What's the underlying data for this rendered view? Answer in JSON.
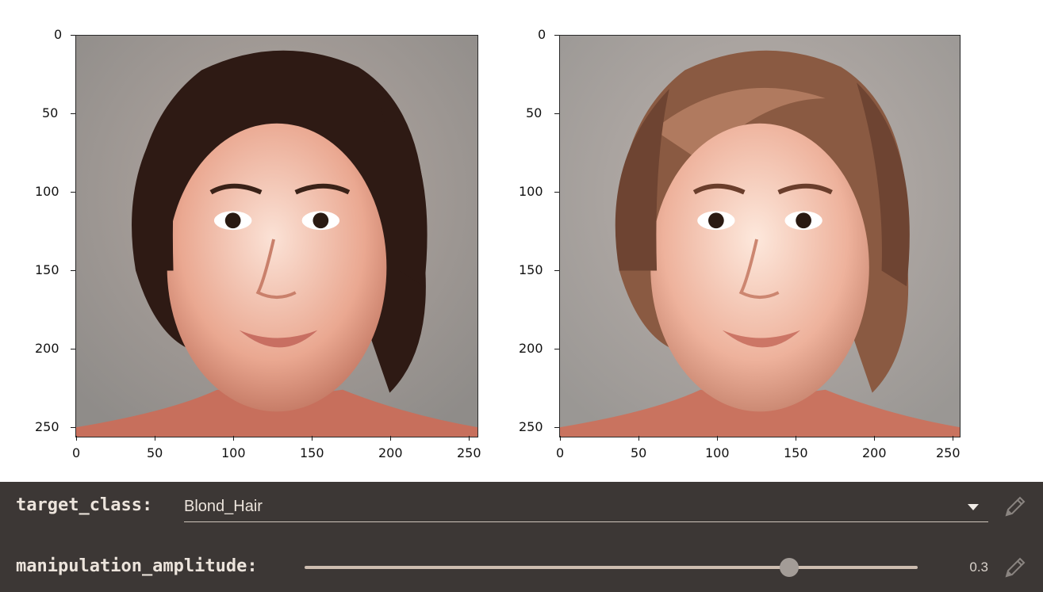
{
  "plots": [
    {
      "name": "original-face",
      "x_ticks": [
        "0",
        "50",
        "100",
        "150",
        "200",
        "250"
      ],
      "y_ticks": [
        "0",
        "50",
        "100",
        "150",
        "200",
        "250"
      ]
    },
    {
      "name": "manipulated-face",
      "x_ticks": [
        "0",
        "50",
        "100",
        "150",
        "200",
        "250"
      ],
      "y_ticks": [
        "0",
        "50",
        "100",
        "150",
        "200",
        "250"
      ]
    }
  ],
  "controls": {
    "target_class": {
      "label": "target_class:",
      "value": "Blond_Hair"
    },
    "manipulation_amplitude": {
      "label": "manipulation_amplitude:",
      "value": 0.3,
      "value_text": "0.3",
      "fill_fraction": 0.79
    }
  },
  "icons": {
    "dropdown": "caret-down-icon",
    "edit": "pencil-icon"
  },
  "colors": {
    "controls_background": "#3c3735",
    "control_text": "#ece4dc",
    "slider_track": "#cdbdb0",
    "slider_thumb": "#a39c97",
    "original_hair": "#2e1a14",
    "manipulated_hair": "#8a5a42",
    "skin": "#e8a992",
    "background_gray": "#9c9996"
  }
}
